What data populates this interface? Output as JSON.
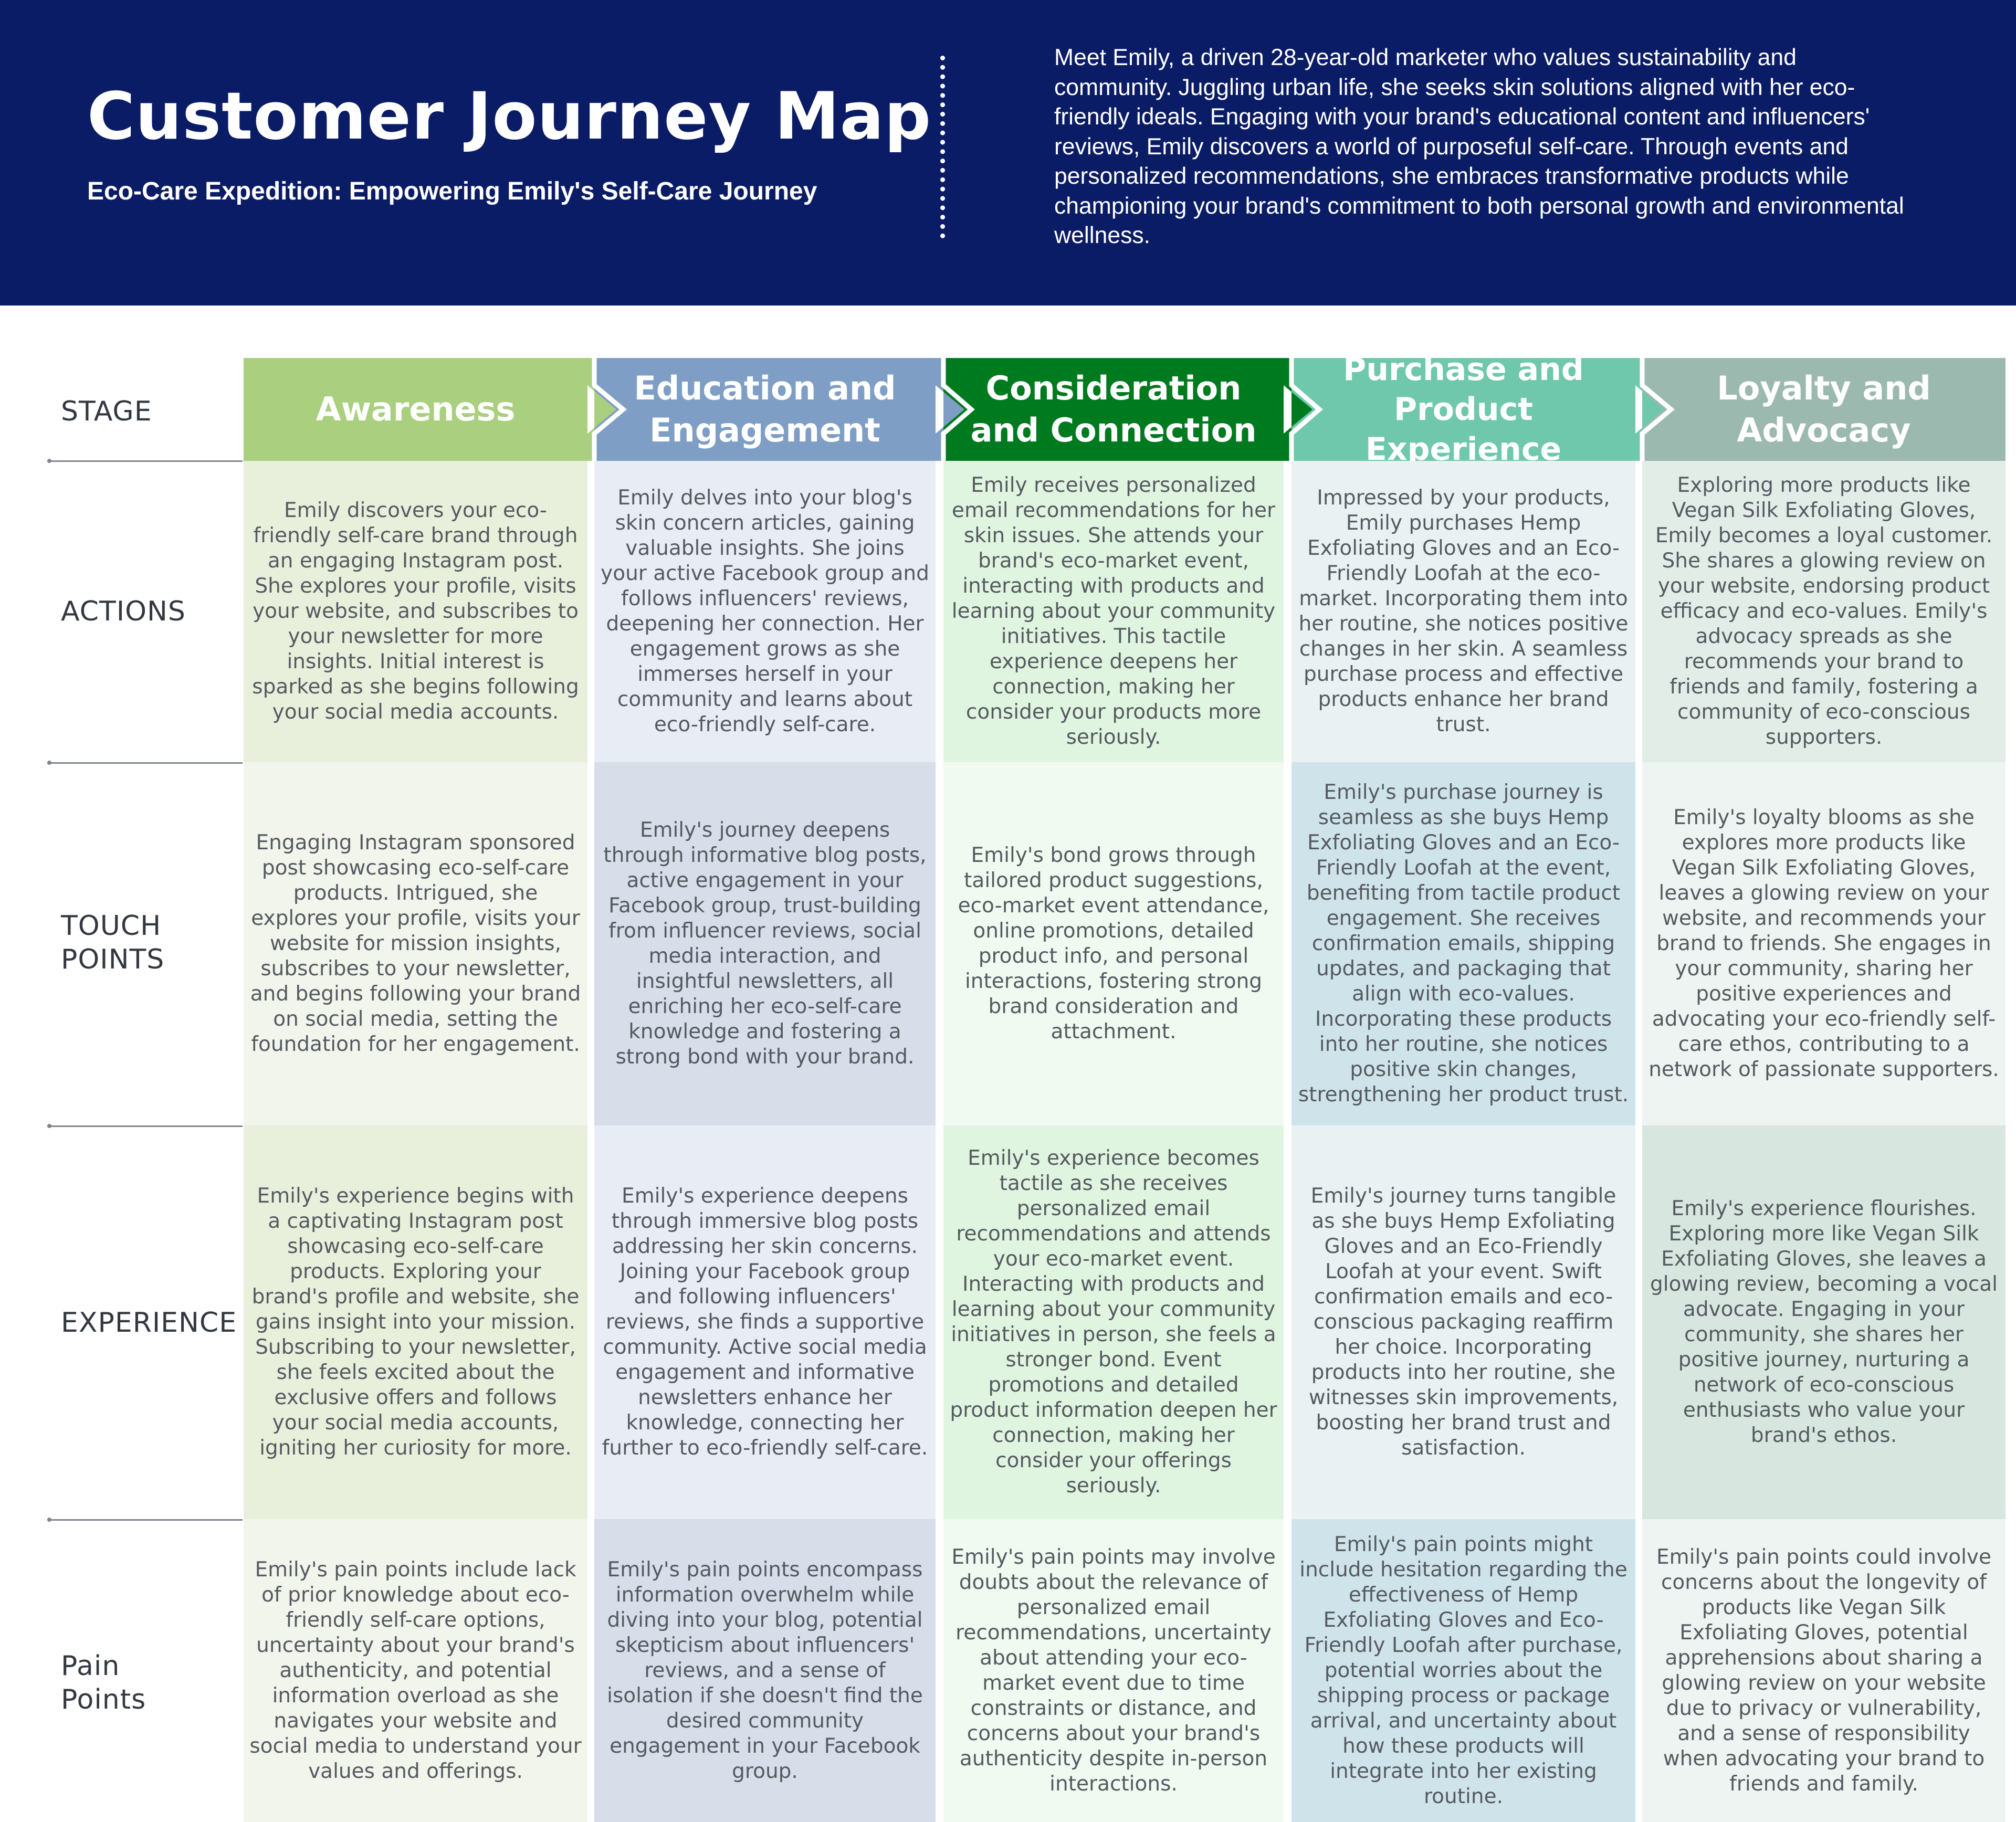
{
  "header": {
    "title": "Customer Journey Map",
    "subtitle": "Eco-Care Expedition: Empowering Emily's Self-Care Journey",
    "intro": "Meet Emily, a driven 28-year-old marketer who values sustainability and community. Juggling urban life, she seeks skin solutions aligned with her eco-friendly ideals. Engaging with your brand's educational content and influencers' reviews, Emily discovers a world of purposeful self-care. Through events and personalized recommendations, she embraces transformative products while championing your brand's commitment to both personal growth and environmental wellness."
  },
  "row_labels": {
    "stage": "STAGE",
    "actions": "ACTIONS",
    "touch_points_1": "TOUCH",
    "touch_points_2": "POINTS",
    "experience": "EXPERIENCE",
    "pain_points_1": "Pain",
    "pain_points_2": "Points"
  },
  "colors": {
    "header_bg": "#0b1c66",
    "awareness": "#a9cf7f",
    "education": "#7f9ec6",
    "consideration": "#007a1f",
    "purchase": "#6fc8ab",
    "loyalty": "#9cb9b0"
  },
  "stages": [
    {
      "line1": "Awareness",
      "line2": "",
      "actions": "Emily discovers your eco-friendly self-care brand through an engaging Instagram post. She explores your profile, visits your website, and subscribes to your newsletter for more insights. Initial interest is sparked as she begins following your social media accounts.",
      "touch_points": "Engaging Instagram sponsored post showcasing eco-self-care products. Intrigued, she explores your profile, visits your website for mission insights, subscribes to your newsletter, and begins following your brand on social media, setting the foundation for her engagement.",
      "experience": "Emily's experience begins with a captivating Instagram post showcasing eco-self-care products. Exploring your brand's profile and website, she gains insight into your mission. Subscribing to your newsletter, she feels excited about the exclusive offers and follows your social media accounts, igniting her curiosity for more.",
      "pain_points": "Emily's pain points include lack of prior knowledge about eco-friendly self-care options, uncertainty about your brand's authenticity, and potential information overload as she navigates your website and social media to understand your values and offerings."
    },
    {
      "line1": "Education and",
      "line2": "Engagement",
      "actions": "Emily delves into your blog's skin concern articles, gaining valuable insights. She joins your active Facebook group and follows influencers' reviews, deepening her connection. Her engagement grows as she immerses herself in your community and learns about eco-friendly self-care.",
      "touch_points": "Emily's journey deepens through informative blog posts, active engagement in your Facebook group, trust-building from influencer reviews, social media interaction, and insightful newsletters, all enriching her eco-self-care knowledge and fostering a strong bond with your brand.",
      "experience": "Emily's experience deepens through immersive blog posts addressing her skin concerns. Joining your Facebook group and following influencers' reviews, she finds a supportive community. Active social media engagement and informative newsletters enhance her knowledge, connecting her further to eco-friendly self-care.",
      "pain_points": "Emily's pain points encompass information overwhelm while diving into your blog, potential skepticism about influencers' reviews, and a sense of isolation if she doesn't find the desired community engagement in your Facebook group."
    },
    {
      "line1": "Consideration",
      "line2": "and Connection",
      "actions": "Emily receives personalized email recommendations for her skin issues. She attends your brand's eco-market event, interacting with products and learning about your community initiatives. This tactile experience deepens her connection, making her consider your products more seriously.",
      "touch_points": "Emily's bond grows through tailored product suggestions, eco-market event attendance, online promotions, detailed product info, and personal interactions, fostering strong brand consideration and attachment.",
      "experience": "Emily's experience becomes tactile as she receives personalized email recommendations and attends your eco-market event. Interacting with products and learning about your community initiatives in person, she feels a stronger bond. Event promotions and detailed product information deepen her connection, making her consider your offerings seriously.",
      "pain_points": "Emily's pain points may involve doubts about the relevance of personalized email recommendations, uncertainty about attending your eco-market event due to time constraints or distance, and concerns about your brand's authenticity despite in-person interactions."
    },
    {
      "line1": "Purchase and",
      "line2": "Product Experience",
      "actions": "Impressed by your products, Emily purchases Hemp Exfoliating Gloves and an Eco-Friendly Loofah at the eco-market. Incorporating them into her routine, she notices positive changes in her skin. A seamless purchase process and effective products enhance her brand trust.",
      "touch_points": "Emily's purchase journey is seamless as she buys Hemp Exfoliating Gloves and an Eco-Friendly Loofah at the event, benefiting from tactile product engagement. She receives confirmation emails, shipping updates, and packaging that align with eco-values. Incorporating these products into her routine, she notices positive skin changes, strengthening her product trust.",
      "experience": "Emily's journey turns tangible as she buys Hemp Exfoliating Gloves and an Eco-Friendly Loofah at your event. Swift confirmation emails and eco-conscious packaging reaffirm her choice. Incorporating products into her routine, she witnesses skin improvements, boosting her brand trust and satisfaction.",
      "pain_points": "Emily's pain points might include hesitation regarding the effectiveness of Hemp Exfoliating Gloves and Eco-Friendly Loofah after purchase, potential worries about the shipping process or package arrival, and uncertainty about how these products will integrate into her existing routine."
    },
    {
      "line1": "Loyalty and",
      "line2": "Advocacy",
      "actions": "Exploring more products like Vegan Silk Exfoliating Gloves, Emily becomes a loyal customer. She shares a glowing review on your website, endorsing product efficacy and eco-values. Emily's advocacy spreads as she recommends your brand to friends and family, fostering a community of eco-conscious supporters.",
      "touch_points": "Emily's loyalty blooms as she explores more products like Vegan Silk Exfoliating Gloves, leaves a glowing review on your website, and recommends your brand to friends. She engages in your community, sharing her positive experiences and advocating your eco-friendly self-care ethos, contributing to a network of passionate supporters.",
      "experience": "Emily's experience flourishes. Exploring more like Vegan Silk Exfoliating Gloves, she leaves a glowing review, becoming a vocal advocate. Engaging in your community, she shares her positive journey, nurturing a network of eco-conscious enthusiasts who value your brand's ethos.",
      "pain_points": "Emily's pain points could involve concerns about the longevity of products like Vegan Silk Exfoliating Gloves, potential apprehensions about sharing a glowing review on your website due to privacy or vulnerability, and a sense of responsibility when advocating your brand to friends and family."
    }
  ]
}
